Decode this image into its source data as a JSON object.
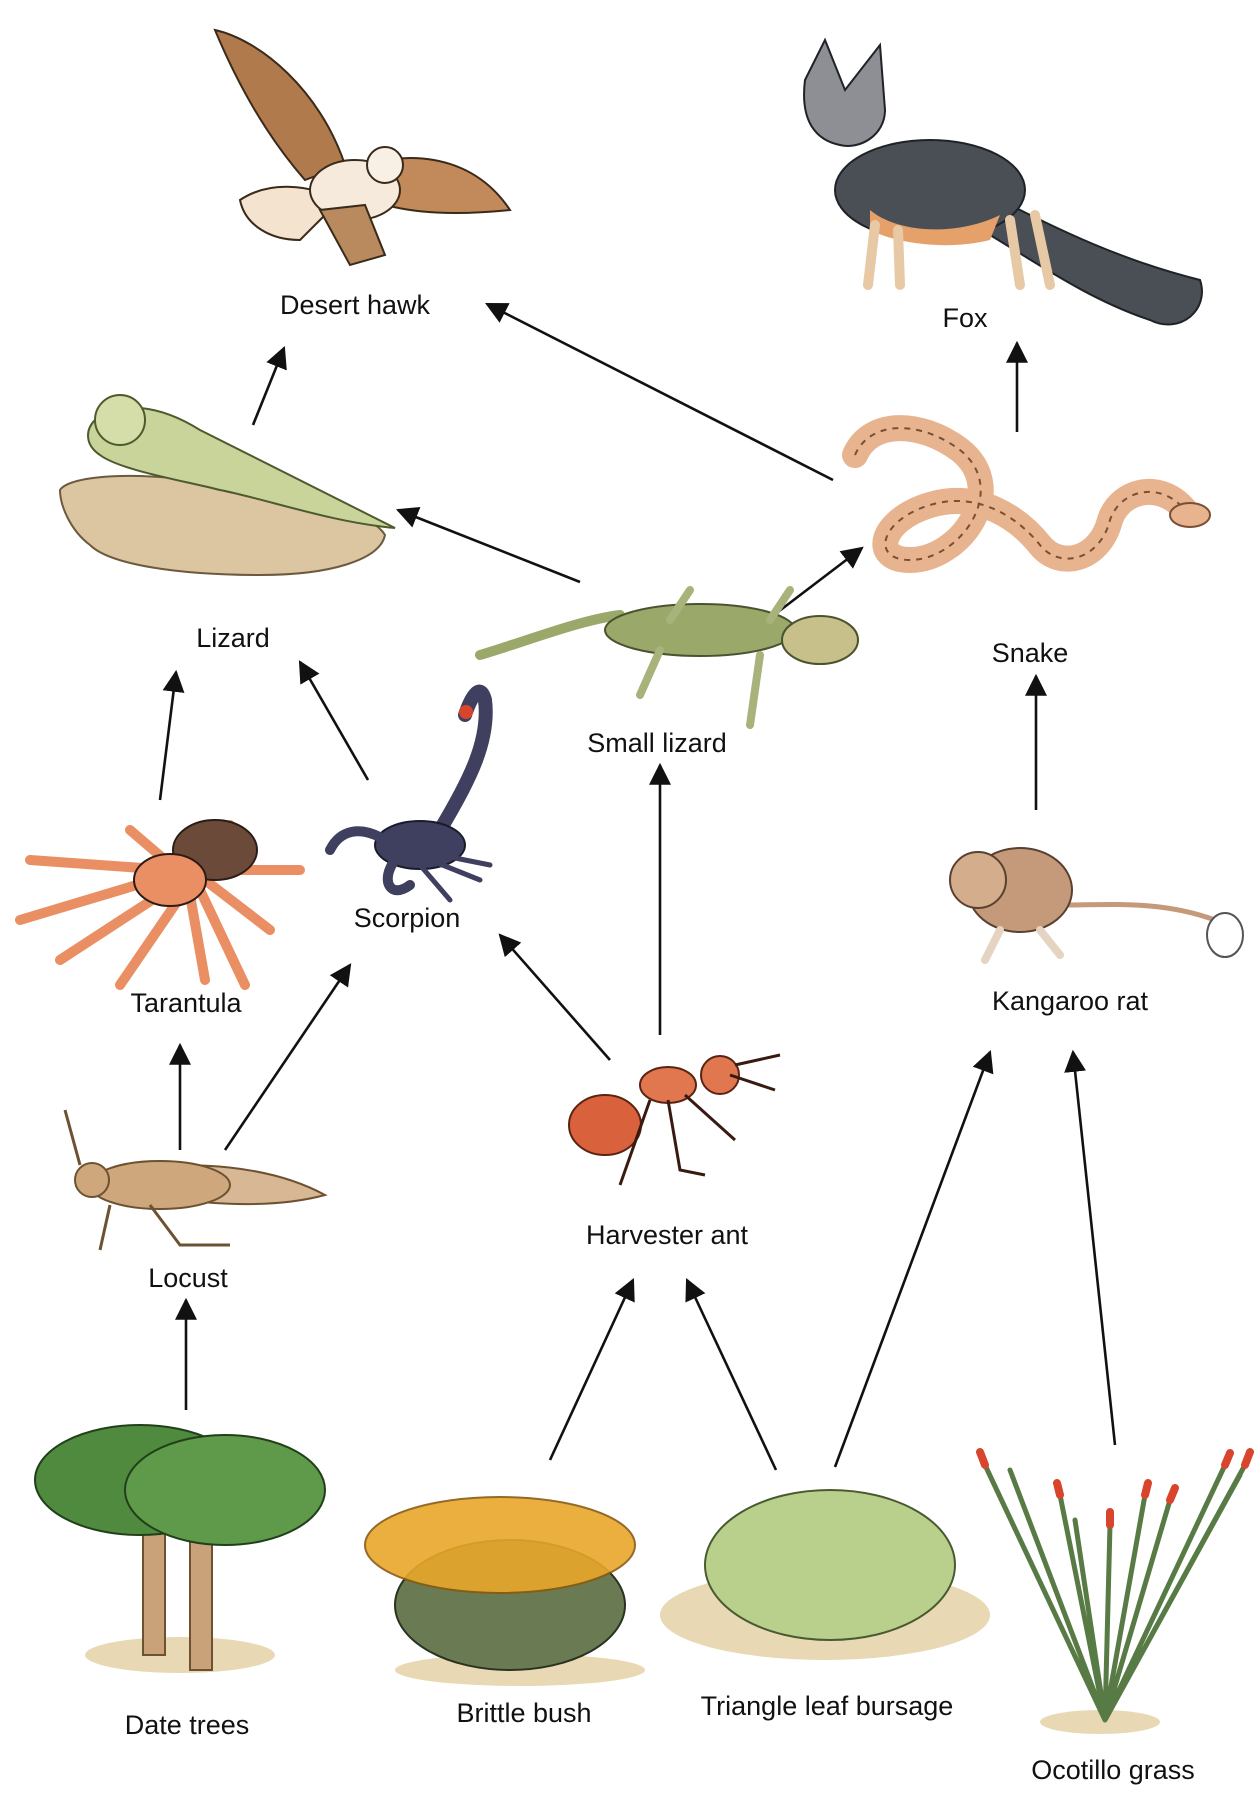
{
  "diagram": {
    "type": "food-web",
    "colors": {
      "arrow": "#111111",
      "hawk": "#b07a4c",
      "fox": "#4a4f56",
      "lizard": "#c9d49a",
      "snake": "#e7b48f",
      "small_lizard": "#9aa86a",
      "tarantula": "#e98f63",
      "scorpion": "#3f3f5f",
      "kangaroo_rat": "#c49a7a",
      "locust": "#d8b894",
      "ant": "#d9613c",
      "palm": "#4f8a3e",
      "trunk": "#c9a27a",
      "brittle_bush_flower": "#e8a72a",
      "brittle_bush_leaf": "#6a7a52",
      "bursage": "#b9cf8c",
      "ocotillo": "#587a44",
      "ocotillo_tip": "#d8452c",
      "ground": "#e8d9b4"
    },
    "nodes": {
      "hawk": {
        "label": "Desert hawk"
      },
      "fox": {
        "label": "Fox"
      },
      "lizard": {
        "label": "Lizard"
      },
      "small_lizard": {
        "label": "Small lizard"
      },
      "snake": {
        "label": "Snake"
      },
      "tarantula": {
        "label": "Tarantula"
      },
      "scorpion": {
        "label": "Scorpion"
      },
      "kangaroo_rat": {
        "label": "Kangaroo rat"
      },
      "locust": {
        "label": "Locust"
      },
      "ant": {
        "label": "Harvester ant"
      },
      "date_trees": {
        "label": "Date trees"
      },
      "brittle_bush": {
        "label": "Brittle bush"
      },
      "bursage": {
        "label": "Triangle leaf bursage"
      },
      "ocotillo": {
        "label": "Ocotillo grass"
      }
    },
    "edges": [
      {
        "from": "lizard",
        "to": "hawk"
      },
      {
        "from": "snake",
        "to": "hawk"
      },
      {
        "from": "snake",
        "to": "fox"
      },
      {
        "from": "small_lizard",
        "to": "lizard"
      },
      {
        "from": "small_lizard",
        "to": "snake"
      },
      {
        "from": "tarantula",
        "to": "lizard"
      },
      {
        "from": "scorpion",
        "to": "lizard"
      },
      {
        "from": "ant",
        "to": "small_lizard"
      },
      {
        "from": "ant",
        "to": "scorpion"
      },
      {
        "from": "kangaroo_rat",
        "to": "snake"
      },
      {
        "from": "locust",
        "to": "tarantula"
      },
      {
        "from": "locust",
        "to": "scorpion"
      },
      {
        "from": "date_trees",
        "to": "locust"
      },
      {
        "from": "brittle_bush",
        "to": "ant"
      },
      {
        "from": "bursage",
        "to": "ant"
      },
      {
        "from": "bursage",
        "to": "kangaroo_rat"
      },
      {
        "from": "ocotillo",
        "to": "kangaroo_rat"
      }
    ]
  }
}
